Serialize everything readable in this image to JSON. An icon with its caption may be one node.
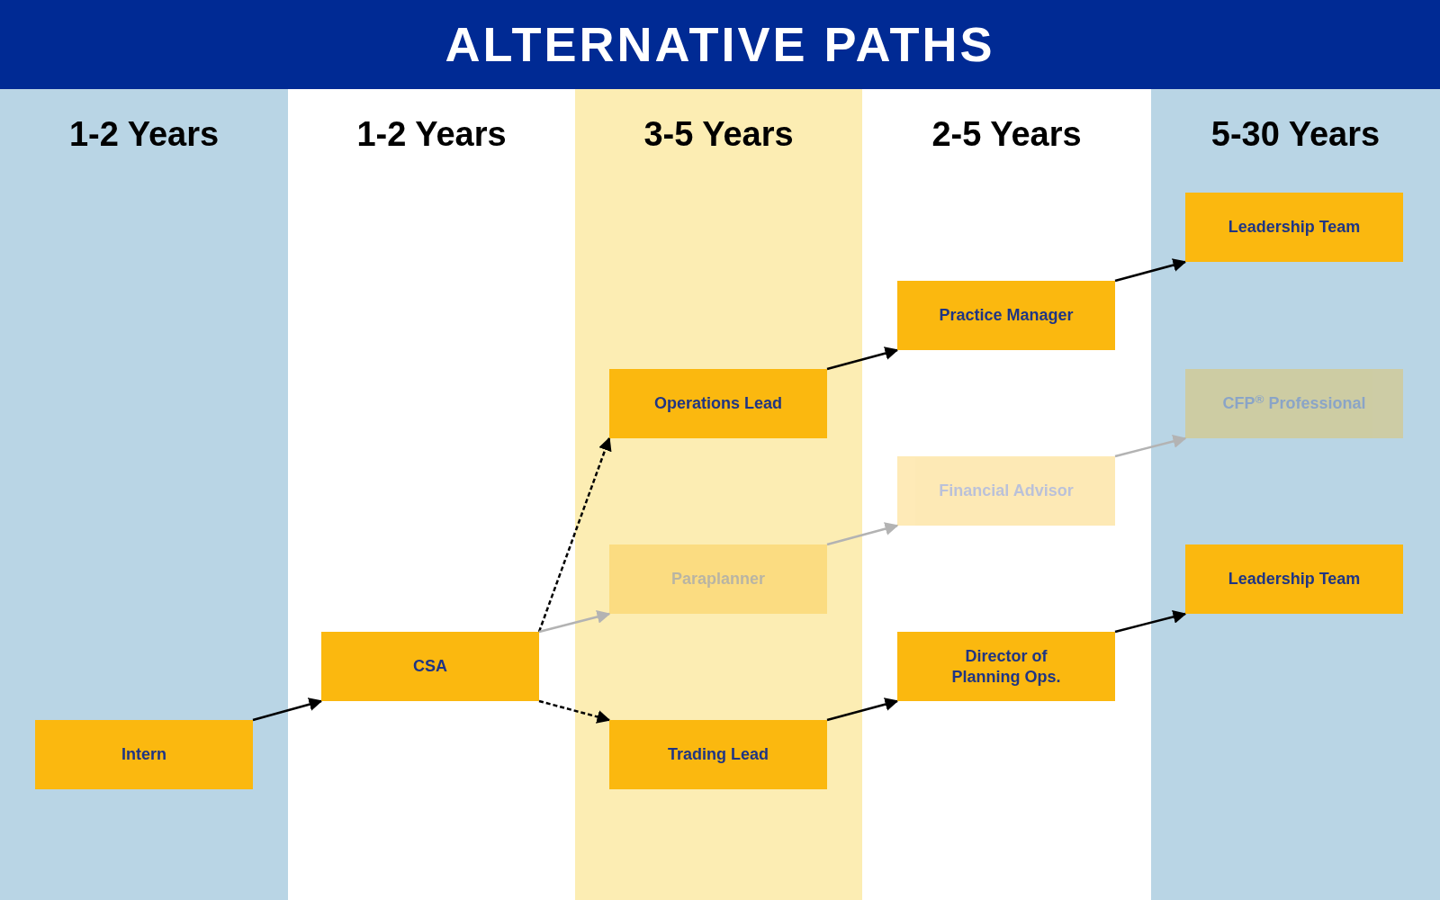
{
  "diagram": {
    "title": "ALTERNATIVE PATHS",
    "nodes": [
      {
        "text": [
          "1-2 Years"
        ]
      },
      {
        "text": [
          "1-2 Years"
        ]
      },
      {
        "text": [
          "3-5 Years"
        ]
      },
      {
        "text": [
          "2-5 Years"
        ]
      },
      {
        "text": [
          "5-30 Years"
        ]
      },
      {
        "text": [
          "Intern"
        ],
        "in": 0
      },
      {
        "text": [
          "CSA"
        ],
        "in": 1
      },
      {
        "text": [
          "Operations Lead"
        ],
        "in": 2
      },
      {
        "text": [
          "Paraplanner"
        ],
        "in": 2
      },
      {
        "text": [
          "Trading Lead"
        ],
        "in": 2
      },
      {
        "text": [
          "Practice Manager"
        ],
        "in": 3
      },
      {
        "text": [
          "Financial Advisor"
        ],
        "in": 3
      },
      {
        "text": [
          "Director of Planning Ops."
        ],
        "in": 3
      },
      {
        "text": [
          "Leadership Team"
        ],
        "in": 4
      },
      {
        "text": [
          "CFP$^{®}$ Professional"
        ],
        "in": 4
      },
      {
        "text": [
          "Leadership Team"
        ],
        "in": 4
      }
    ],
    "edges": [
      {
        "from": 5,
        "to": 6,
        "arrow": "to"
      },
      {
        "from": 6,
        "to": 7,
        "arrow": "to",
        "style": "dashed"
      },
      {
        "from": 6,
        "to": 8,
        "arrow": "to",
        "color": "#b3b3b3"
      },
      {
        "from": 6,
        "to": 9,
        "arrow": "to",
        "style": "dashed"
      },
      {
        "from": 7,
        "to": 10,
        "arrow": "to"
      },
      {
        "from": 8,
        "to": 11,
        "arrow": "to",
        "color": "#b3b3b3"
      },
      {
        "from": 9,
        "to": 12,
        "arrow": "to"
      },
      {
        "from": 10,
        "to": 13,
        "arrow": "to"
      },
      {
        "from": 11,
        "to": 14,
        "arrow": "to",
        "color": "#b3b3b3"
      },
      {
        "from": 12,
        "to": 15,
        "arrow": "to"
      }
    ]
  }
}
